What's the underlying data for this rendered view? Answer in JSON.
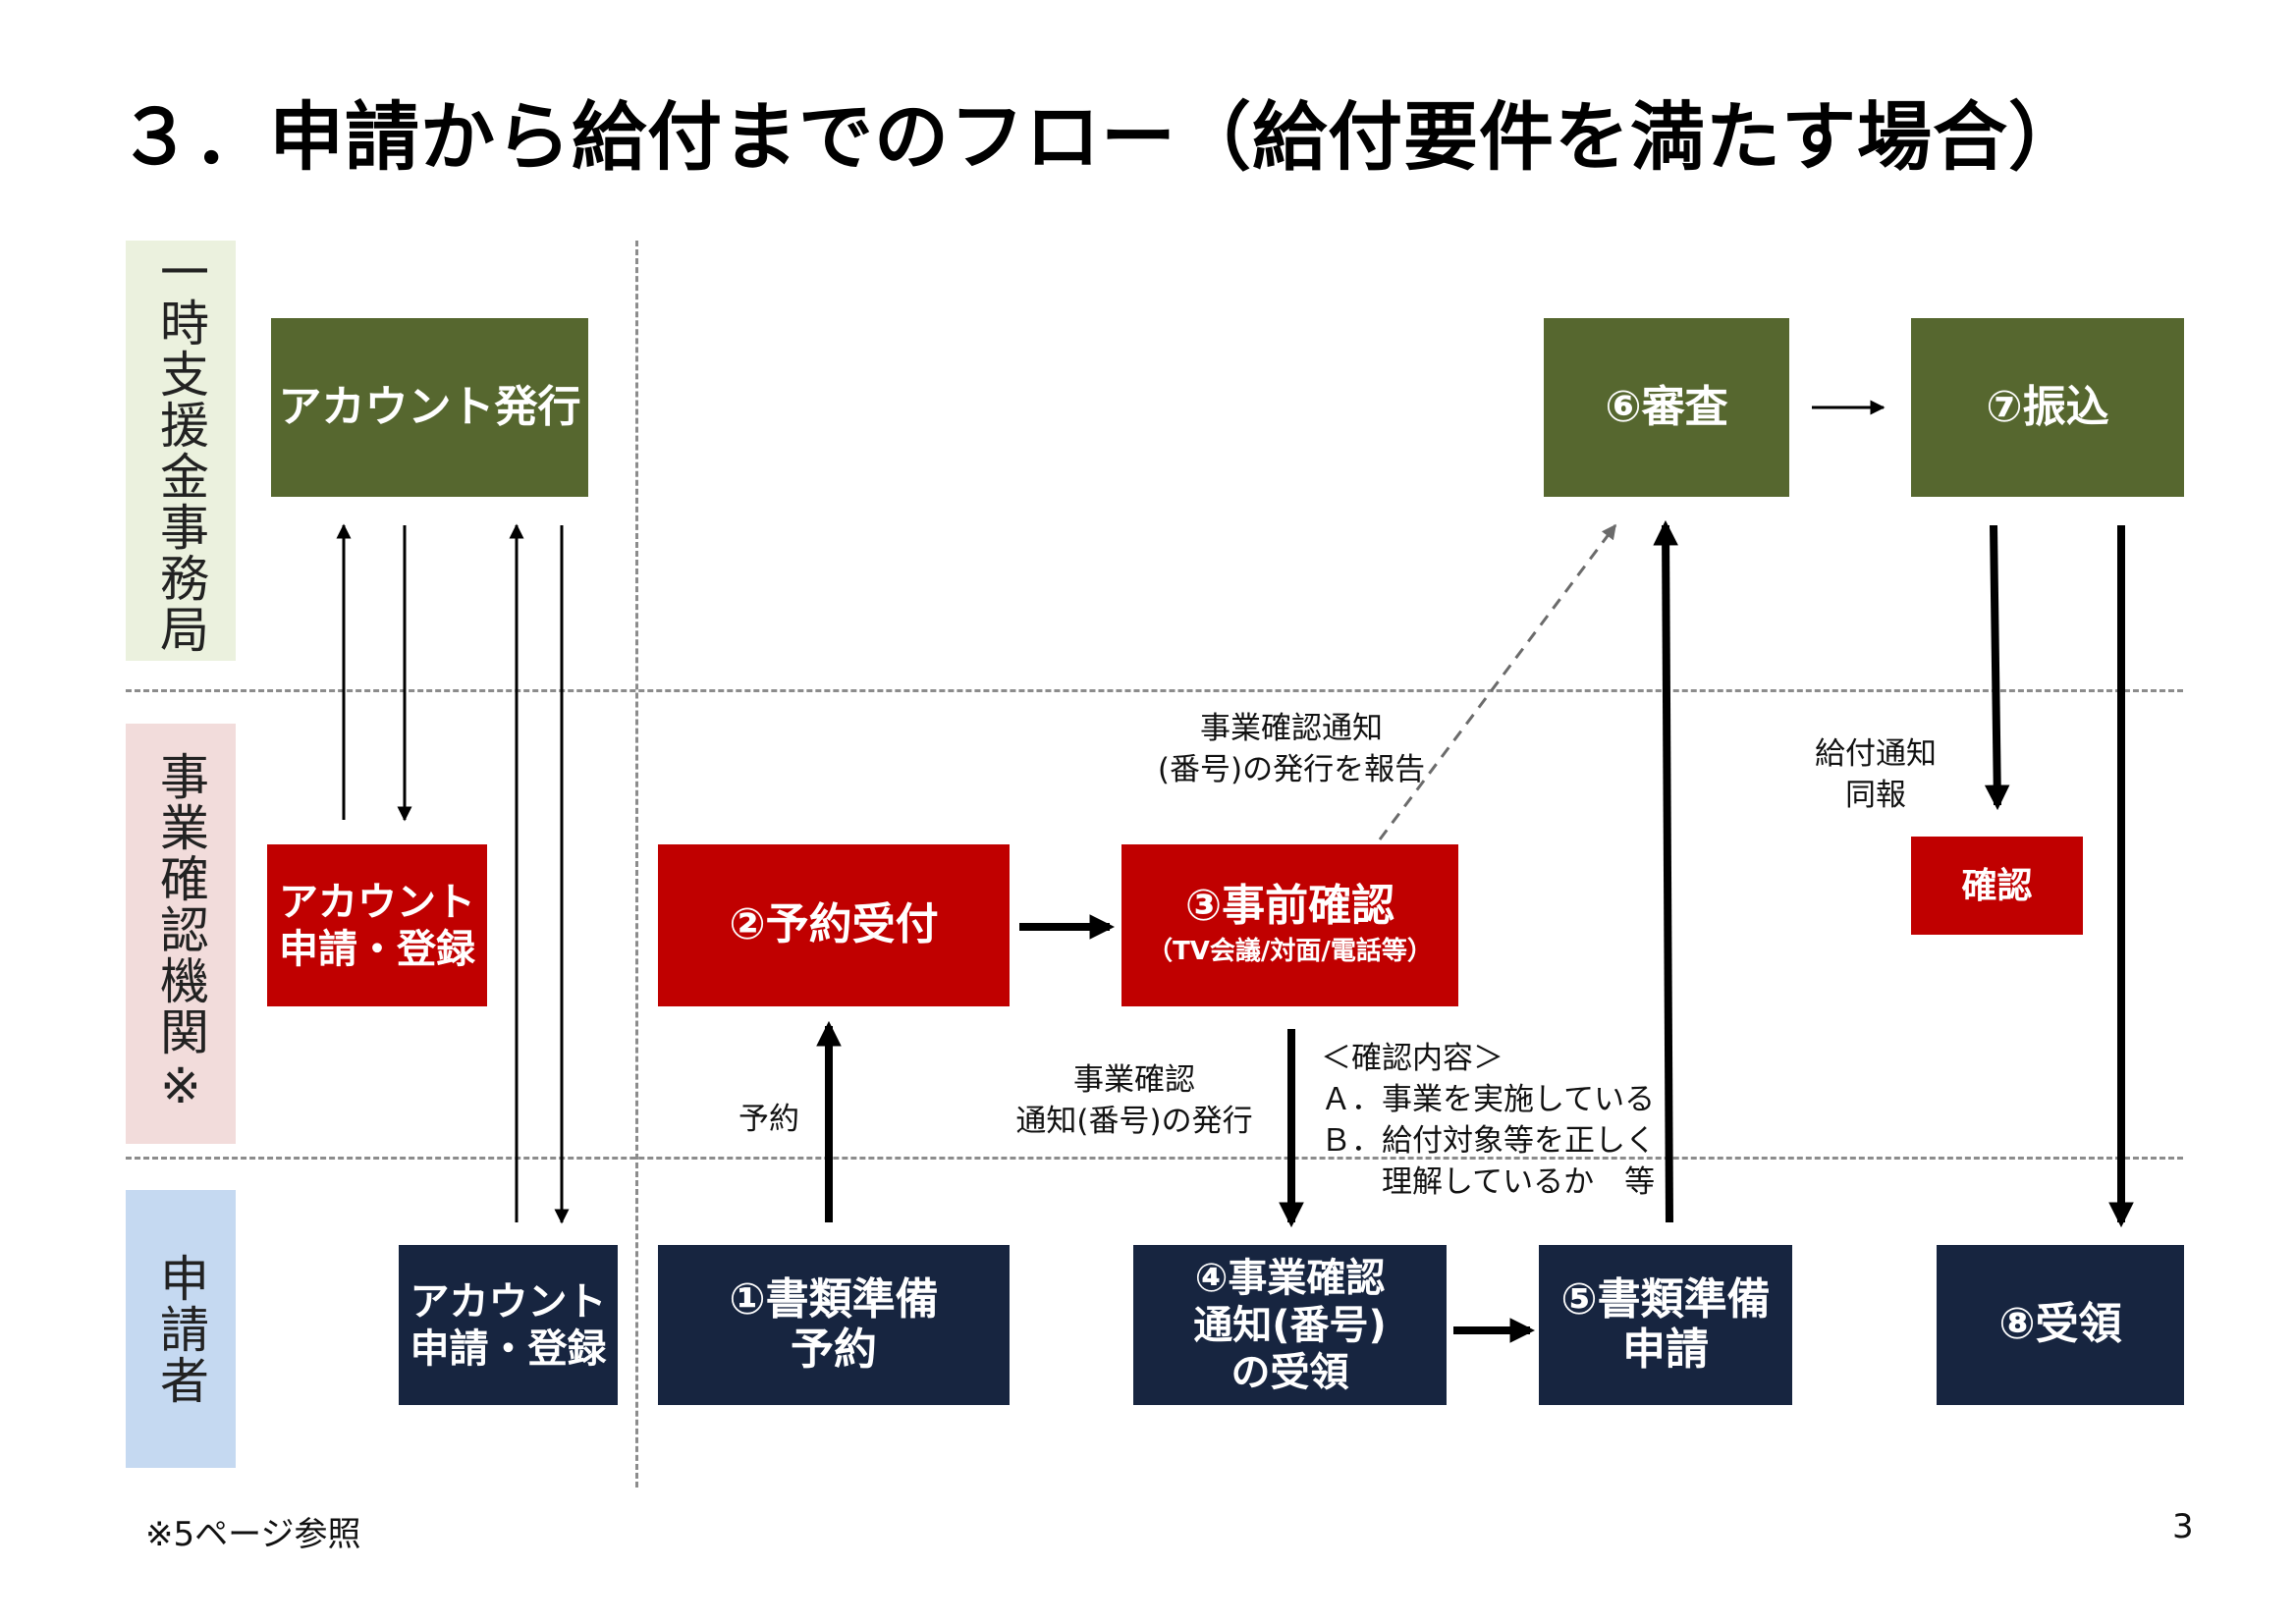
{
  "title": "３．申請から給付までのフロー（給付要件を満たす場合）",
  "lanes": {
    "office": "一時支援金事務局",
    "agency": "事業確認機関※",
    "applicant": "申請者"
  },
  "boxes": {
    "account_issue": "アカウント発行",
    "review": "⑥審査",
    "transfer": "⑦振込",
    "agency_account_line1": "アカウント",
    "agency_account_line2": "申請・登録",
    "reservation": "②予約受付",
    "precheck_main": "③事前確認",
    "precheck_sub": "（TV会議/対面/電話等）",
    "confirm": "確認",
    "applicant_account_line1": "アカウント",
    "applicant_account_line2": "申請・登録",
    "docs_reserve_line1": "①書類準備",
    "docs_reserve_line2": "予約",
    "receive_notice_line1": "④事業確認",
    "receive_notice_line2": "通知(番号)",
    "receive_notice_line3": "の受領",
    "docs_apply_line1": "⑤書類準備",
    "docs_apply_line2": "申請",
    "receipt": "⑧受領"
  },
  "notes": {
    "report_line1": "事業確認通知",
    "report_line2": "(番号)の発行を報告",
    "benefit_notice_line1": "給付通知",
    "benefit_notice_line2": "同報",
    "reserve": "予約",
    "issue_notice_line1": "事業確認",
    "issue_notice_line2": "通知(番号)の発行",
    "check_title": "＜確認内容＞",
    "check_a": "Ａ．事業を実施している",
    "check_b1": "Ｂ．給付対象等を正しく",
    "check_b2": "　　理解しているか　等"
  },
  "footnote": "※5ページ参照",
  "page_number": "3",
  "colors": {
    "office_box": "#56672f",
    "agency_box": "#c00000",
    "applicant_box": "#172540",
    "lane_office": "#ebf1de",
    "lane_agency": "#f2dcdb",
    "lane_applicant": "#c5d9f1"
  }
}
